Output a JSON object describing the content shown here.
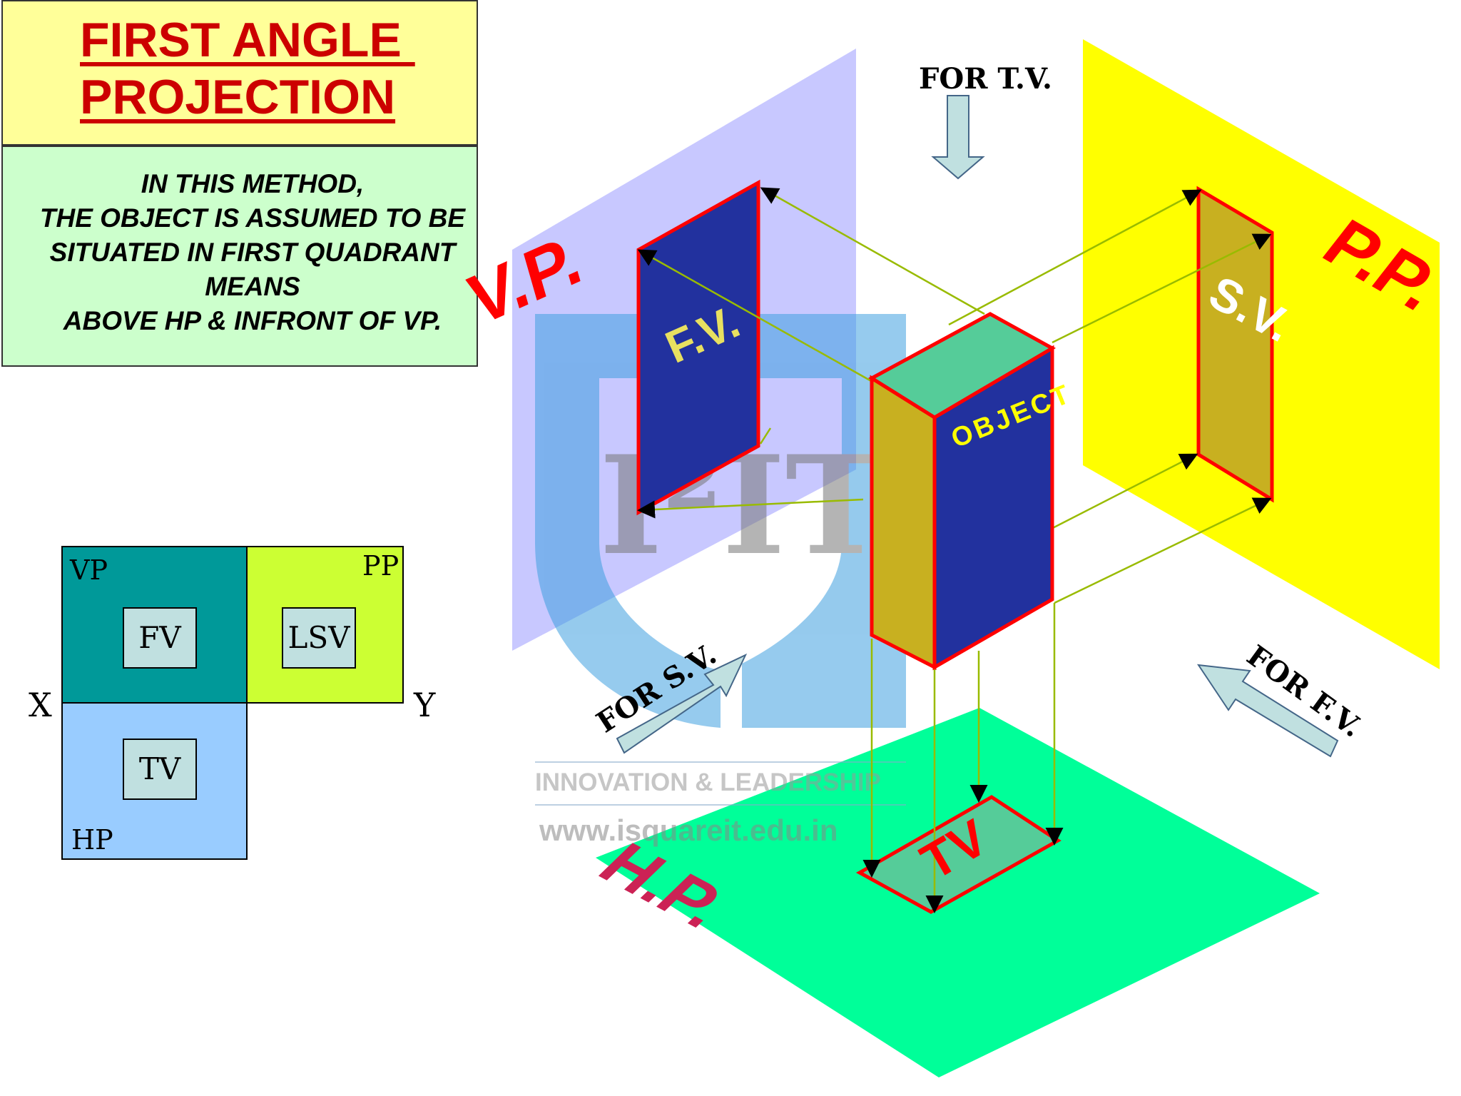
{
  "title": {
    "line1": "FIRST ANGLE ",
    "line2": "PROJECTION"
  },
  "description": {
    "lines": [
      "IN THIS METHOD,",
      "THE OBJECT IS ASSUMED TO BE",
      "SITUATED IN FIRST QUADRANT",
      "MEANS",
      "ABOVE HP & INFRONT OF VP."
    ]
  },
  "layout_diagram": {
    "vp_label": "VP",
    "pp_label": "PP",
    "hp_label": "HP",
    "x_label": "X",
    "y_label": "Y",
    "fv_label": "FV",
    "lsv_label": "LSV",
    "tv_label": "TV"
  },
  "planes": {
    "vp_label": "V.P.",
    "pp_label": "P.P.",
    "hp_label": "H.P."
  },
  "views": {
    "fv_label": "F.V.",
    "sv_label": "S.V.",
    "tv_label": "TV",
    "object_label": "OBJECT"
  },
  "directions": {
    "tv": "FOR T.V.",
    "sv": "FOR S.V.",
    "fv": "FOR F.V."
  },
  "watermark": {
    "logo": "I²IT",
    "tagline": "INNOVATION & LEADERSHIP",
    "url": "www.isquareit.edu.in"
  },
  "colors": {
    "vp_plane": "#c8c8ff",
    "pp_plane": "#ffff00",
    "hp_plane": "#00ff99",
    "view_fill": "#22319e",
    "object_top": "#55cc99",
    "object_side": "#c8b020",
    "edge_red": "#ff0000",
    "projector": "#99bb00",
    "arrow_fill": "#c0e0e0",
    "grid_vp": "#009999",
    "grid_pp": "#ccff33",
    "grid_hp": "#99ccff"
  }
}
